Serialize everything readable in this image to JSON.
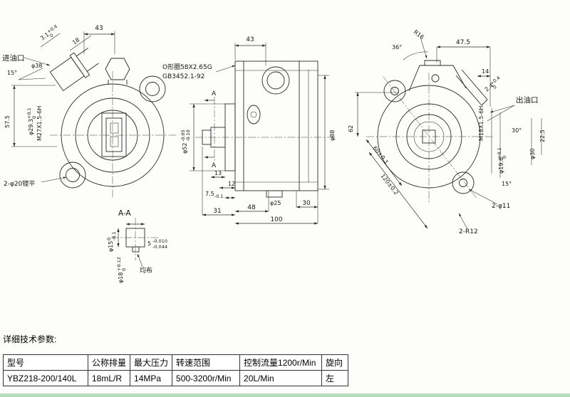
{
  "colors": {
    "footer_strip_style": "background:#b7dcb7"
  },
  "front_view": {
    "dim_width_top": "43",
    "dim_depth": {
      "base": "3.1",
      "tol_top": "+0.4",
      "tol_bot": "0"
    },
    "dim_18": "18",
    "inlet_label": "进油口",
    "angle_15": "15°",
    "dia_38": "φ38",
    "dia_29_3": {
      "base": "φ29.3",
      "tol_top": "+0.1",
      "tol_bot": "0"
    },
    "thread_m27": "M27X1.5-6H",
    "dim_57_5": "57.5",
    "bore_note": "2-φ20镗平"
  },
  "side_view": {
    "dim_width_top": "43",
    "oring_note_1": "O形圈58X2.65G",
    "oring_note_2": "GB3452.1-92",
    "dia_52": {
      "base": "φ52",
      "tol_top": "-0.05",
      "tol_bot": "-0.10"
    },
    "section_letter": "A",
    "dim_13": "13",
    "dim_12": "12",
    "dim_7_5": {
      "base": "7.5",
      "tol_bot": "-0.1"
    },
    "dim_31": "31",
    "dim_48": "48",
    "dia_25": "φ25",
    "dim_30": "30",
    "dim_100": "100",
    "dia_88": "φ88"
  },
  "section_aa": {
    "title": "A-A",
    "dia_15": {
      "base": "φ15",
      "tol_top": "0",
      "tol_bot": "-0.1"
    },
    "key_width": {
      "base": "5",
      "tol_top": "-0.010",
      "tol_bot": "-0.044"
    },
    "dia_18": {
      "base": "φ18",
      "tol_top": "+0.12",
      "tol_bot": "0"
    },
    "note": "均布"
  },
  "rear_view": {
    "radius_r16": "R16",
    "angle_36": "36°",
    "dim_47_5": "47.5",
    "dim_14": "14",
    "dim_2_4": {
      "base": "2.4",
      "tol_top": "+0.4",
      "tol_bot": "0"
    },
    "outlet_label": "出油口",
    "dim_62": "62",
    "dim_60": "60±0.1",
    "dim_120": "120±0.2",
    "thread_m18": "M18X1.5-6H",
    "angle_30": "30°",
    "dim_22_5": "22.5",
    "dia_30": "φ30",
    "dia_19_8": {
      "base": "φ19.8",
      "tol_top": "+0.1",
      "tol_bot": "0"
    },
    "angle_15": "15°",
    "holes_note": "2-φ11",
    "radius_note": "2-R12"
  },
  "specs": {
    "title": "详细技术参数:"
  },
  "table": {
    "headers": [
      "型号",
      "公称排量",
      "最大压力",
      "转速范围",
      "控制流量1200r/Min",
      "旋向"
    ],
    "row": [
      "YBZ218-200/140L",
      "18mL/R",
      "14MPa",
      "500-3200r/Min",
      "20L/Min",
      "左"
    ]
  }
}
